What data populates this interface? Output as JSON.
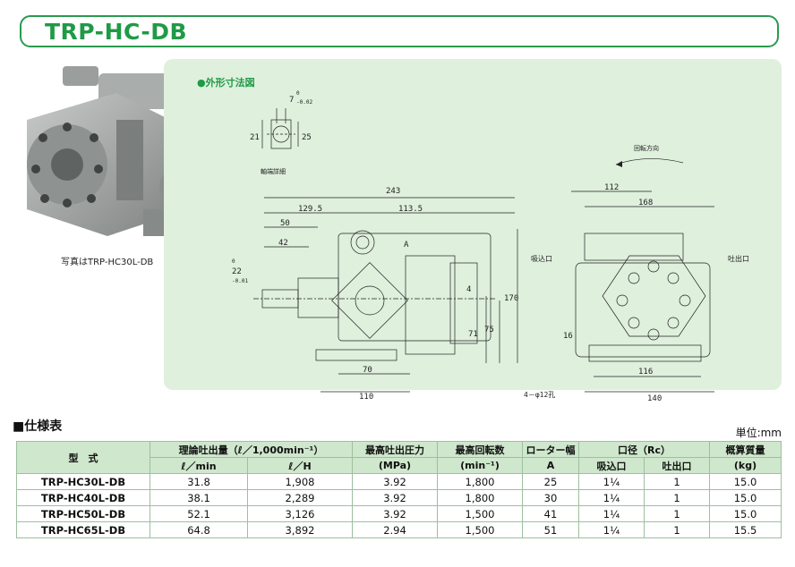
{
  "title": "TRP-HC-DB",
  "photo_caption": "写真はTRP-HC30L-DB",
  "figure": {
    "heading": "●外形寸法図",
    "shaft_detail_label": "軸端詳細",
    "rotation_label": "回転方向",
    "suction_label": "吸込口",
    "discharge_label": "吐出口",
    "bolt_note": "4－φ12孔",
    "dims": {
      "d7": "7",
      "d7_tol_upper": "0",
      "d7_tol_lower": "-0.02",
      "d21": "21",
      "d25": "25",
      "d243": "243",
      "d129_5": "129.5",
      "d113_5": "113.5",
      "d50": "50",
      "d42": "42",
      "d22": "22",
      "d22_tol_upper": "0",
      "d22_tol_lower": "-0.01",
      "dA": "A",
      "d4": "4",
      "d71": "71",
      "d75": "75",
      "d170": "170",
      "d70": "70",
      "d110": "110",
      "d112": "112",
      "d168": "168",
      "d16": "16",
      "d116": "116",
      "d140": "140"
    }
  },
  "spec": {
    "heading": "■仕様表",
    "unit": "単位:mm",
    "columns": {
      "model": "型　式",
      "flow": "理論吐出量（ℓ／1,000min⁻¹）",
      "flow_min": "ℓ／min",
      "flow_h": "ℓ／H",
      "pressure": "最高吐出圧力",
      "pressure_unit": "(MPa)",
      "speed": "最高回転数",
      "speed_unit": "(min⁻¹)",
      "rotor": "ローター幅",
      "rotor_unit": "A",
      "port": "口径（Rc）",
      "port_in": "吸込口",
      "port_out": "吐出口",
      "weight": "概算質量",
      "weight_unit": "(kg)"
    },
    "rows": [
      {
        "model": "TRP-HC30L-DB",
        "lmin": "31.8",
        "lh": "1,908",
        "mpa": "3.92",
        "rpm": "1,800",
        "a": "25",
        "suction": "1¼",
        "discharge": "1",
        "kg": "15.0"
      },
      {
        "model": "TRP-HC40L-DB",
        "lmin": "38.1",
        "lh": "2,289",
        "mpa": "3.92",
        "rpm": "1,800",
        "a": "30",
        "suction": "1¼",
        "discharge": "1",
        "kg": "15.0"
      },
      {
        "model": "TRP-HC50L-DB",
        "lmin": "52.1",
        "lh": "3,126",
        "mpa": "3.92",
        "rpm": "1,500",
        "a": "41",
        "suction": "1¼",
        "discharge": "1",
        "kg": "15.0"
      },
      {
        "model": "TRP-HC65L-DB",
        "lmin": "64.8",
        "lh": "3,892",
        "mpa": "2.94",
        "rpm": "1,500",
        "a": "51",
        "suction": "1¼",
        "discharge": "1",
        "kg": "15.5"
      }
    ]
  }
}
